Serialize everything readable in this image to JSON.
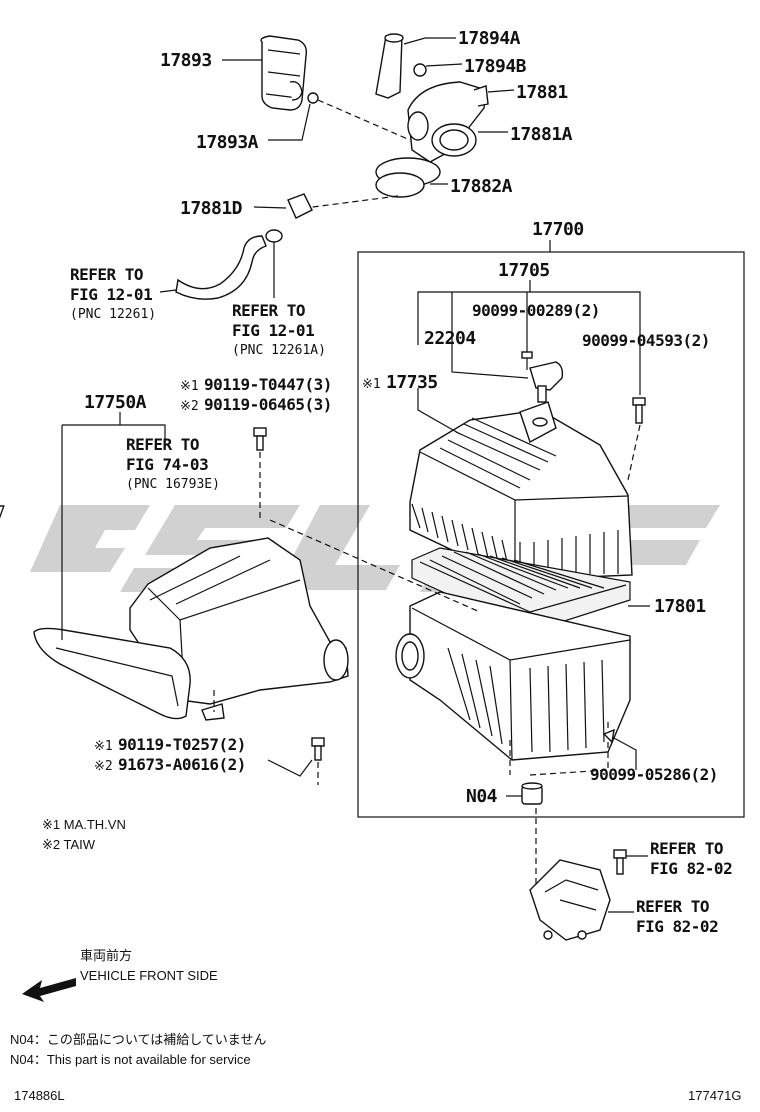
{
  "parts": {
    "p17893": "17893",
    "p17893A": "17893A",
    "p17894A": "17894A",
    "p17894B": "17894B",
    "p17881": "17881",
    "p17881A": "17881A",
    "p17882A": "17882A",
    "p17881D": "17881D",
    "p17700": "17700",
    "p17705": "17705",
    "p90099_00289": "90099-00289(2)",
    "p22204": "22204",
    "p90099_04593": "90099-04593(2)",
    "p17735": "17735",
    "p17750A": "17750A",
    "p90119_T0447": "90119-T0447(3)",
    "p90119_06465": "90119-06465(3)",
    "p17801": "17801",
    "p90119_T0257": "90119-T0257(2)",
    "p91673_A0616": "91673-A0616(2)",
    "p90099_05286": "90099-05286(2)",
    "pN04": "N04"
  },
  "marks": {
    "m1": "※1",
    "m2": "※2"
  },
  "refs": {
    "r1_a": "REFER TO",
    "r1_b": "FIG 12-01",
    "r1_c": "(PNC 12261)",
    "r2_a": "REFER TO",
    "r2_b": "FIG 12-01",
    "r2_c": "(PNC 12261A)",
    "r3_a": "REFER TO",
    "r3_b": "FIG 74-03",
    "r3_c": "(PNC 16793E)",
    "r4_a": "REFER TO",
    "r4_b": "FIG 82-02",
    "r5_a": "REFER TO",
    "r5_b": "FIG 82-02"
  },
  "legend": {
    "l1": "※1 MA.TH.VN",
    "l2": "※2 TAIW"
  },
  "direction": {
    "jp": "車両前方",
    "en": "VEHICLE FRONT SIDE"
  },
  "footnote": {
    "jp": "N04：この部品については補給していません",
    "en": "N04：This part is not available for service"
  },
  "codes": {
    "left": "174886L",
    "right": "177471G"
  }
}
